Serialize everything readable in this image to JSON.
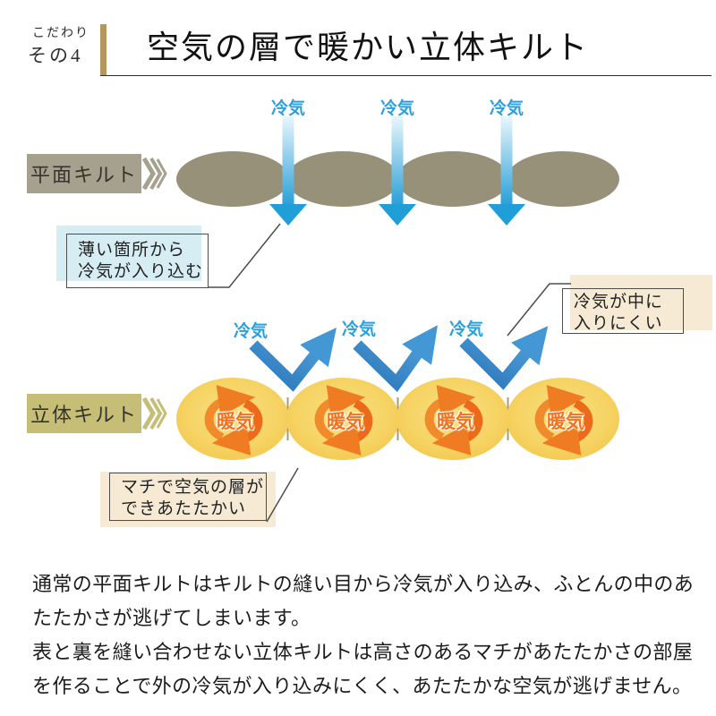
{
  "header": {
    "eyebrow_top": "こだわり",
    "eyebrow_bottom": "その4",
    "title": "空気の層で暖かい立体キルト"
  },
  "flat_quilt": {
    "label": "平面キルト",
    "cold_air_label": "冷気",
    "callout": {
      "line1": "薄い箇所から",
      "line2": "冷気が入り込む"
    }
  },
  "solid_quilt": {
    "label": "立体キルト",
    "cold_air_label": "冷気",
    "warm_air_label": "暖気",
    "callout_right": {
      "line1": "冷気が中に",
      "line2": "入りにくい"
    },
    "callout_bottom": {
      "line1": "マチで空気の層が",
      "line2": "できあたたかい"
    }
  },
  "body": {
    "para1": "通常の平面キルトはキルトの縫い目から冷気が入り込み、ふとんの中のあたたかさが逃げてしまいます。",
    "para2": "表と裏を縫い合わせない立体キルトは高さのあるマチがあたたかさの部屋を作ることで外の冷気が入り込みにくく、あたたかな空気が逃げません。"
  },
  "colors": {
    "accent_bar": "#b3975c",
    "flat_tag_bg": "#a5a18e",
    "solid_tag_bg": "#c6bd77",
    "flat_ellipse": "#97917a",
    "cold_blue": "#2aa0dc",
    "arrow_blue_dark": "#2a76ba",
    "warm_orange": "#f2731d",
    "cycle_orange": "#ef7c22",
    "quilt_yellow_edge": "#f3c64a",
    "quilt_yellow_center": "#f9e084",
    "callout_blue_bg": "#d7edf4",
    "callout_beige_bg": "#f6ead4"
  }
}
